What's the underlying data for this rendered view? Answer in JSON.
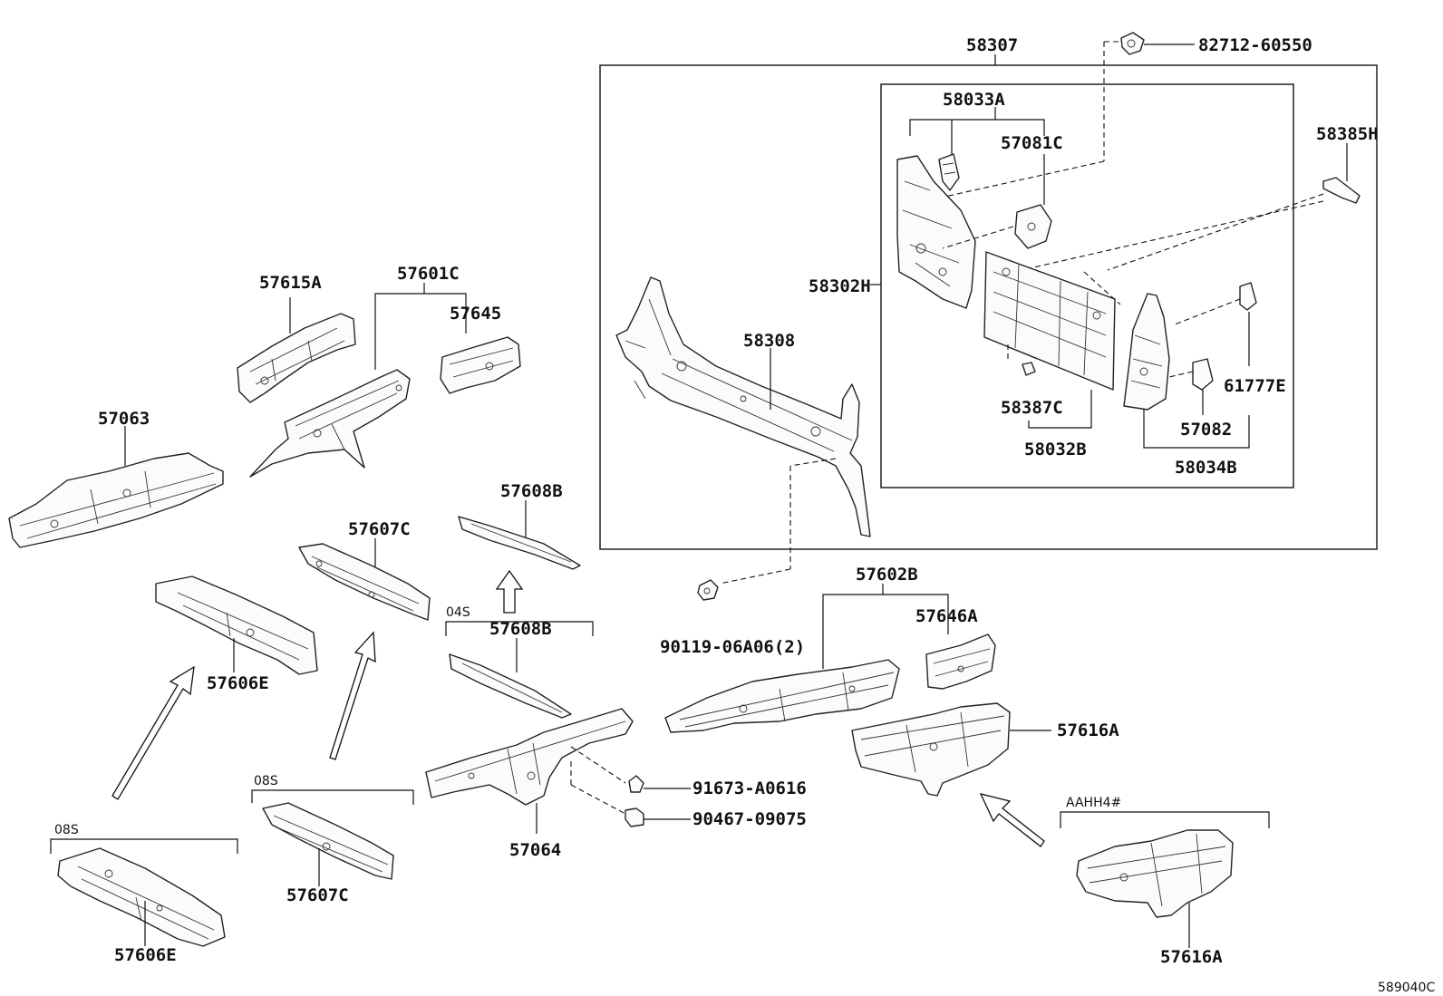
{
  "labels": {
    "p58307": "58307",
    "p82712": "82712-60550",
    "p58033A": "58033A",
    "p57081C": "57081C",
    "p58385H": "58385H",
    "p58302H": "58302H",
    "p58308": "58308",
    "p58387C": "58387C",
    "p58032B": "58032B",
    "p57082": "57082",
    "p61777E": "61777E",
    "p58034B": "58034B",
    "p57615A": "57615A",
    "p57601C": "57601C",
    "p57645": "57645",
    "p57063": "57063",
    "p57608B_top": "57608B",
    "p57607C_top": "57607C",
    "p57606E_top": "57606E",
    "p57608B_mid": "57608B",
    "p90119": "90119-06A06(2)",
    "p57602B": "57602B",
    "p57646A": "57646A",
    "p57616A_mid": "57616A",
    "p91673": "91673-A0616",
    "p90467": "90467-09075",
    "p57064": "57064",
    "p57607C_bot": "57607C",
    "p57606E_bot": "57606E",
    "p57616A_bot": "57616A"
  },
  "variants": {
    "v04S": "04S",
    "v08S_left": "08S",
    "v08S_mid": "08S",
    "vAAHH4": "AAHH4#"
  },
  "figure_id": "589040C"
}
